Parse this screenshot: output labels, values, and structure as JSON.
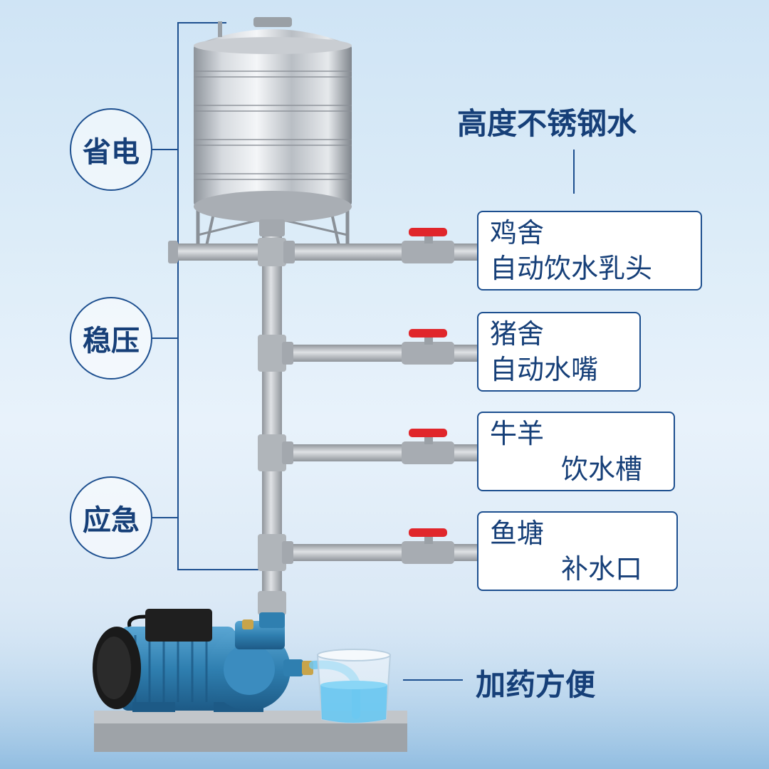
{
  "badges": {
    "save_power": "省电",
    "stable_pressure": "稳压",
    "emergency": "应急"
  },
  "tank_title": "高度不锈钢水",
  "outlets": [
    {
      "line1": "鸡舍",
      "line2": "自动饮水乳头"
    },
    {
      "line1": "猪舍",
      "line2": "自动水嘴"
    },
    {
      "line1": "牛羊",
      "line2": "饮水槽"
    },
    {
      "line1": "鱼塘",
      "line2": "补水口"
    }
  ],
  "dosing_label": "加药方便",
  "colors": {
    "accent": "#1d4f8f",
    "text": "#163f78",
    "pipe": "#b8bcc2",
    "valve_handle": "#e0262b",
    "pump_blue": "#2f7fb0",
    "motor_black": "#1a1a1a",
    "water": "#5fc3f0"
  },
  "icons": [
    "stainless-tank-icon",
    "ball-valve-icon",
    "water-pump-icon",
    "dosing-beaker-icon"
  ]
}
